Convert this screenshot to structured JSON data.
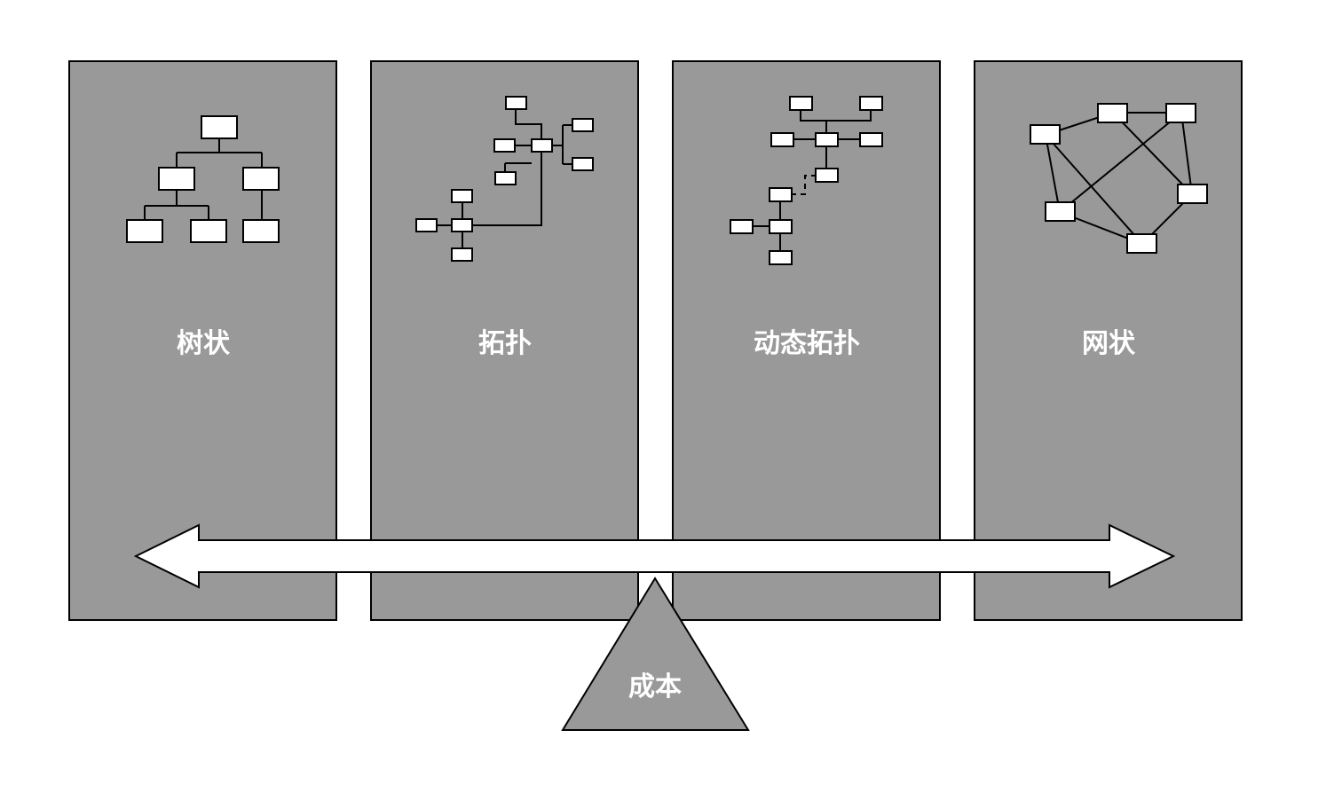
{
  "colors": {
    "panel_fill": "#999999",
    "node_fill": "#ffffff",
    "stroke": "#000000",
    "label_text": "#ffffff",
    "arrow_fill": "#ffffff"
  },
  "panels": [
    {
      "label": "树状"
    },
    {
      "label": "拓扑"
    },
    {
      "label": "动态拓扑"
    },
    {
      "label": "网状"
    }
  ],
  "scale": {
    "arrow": "double-headed-arrow",
    "fulcrum_label": "成本"
  }
}
